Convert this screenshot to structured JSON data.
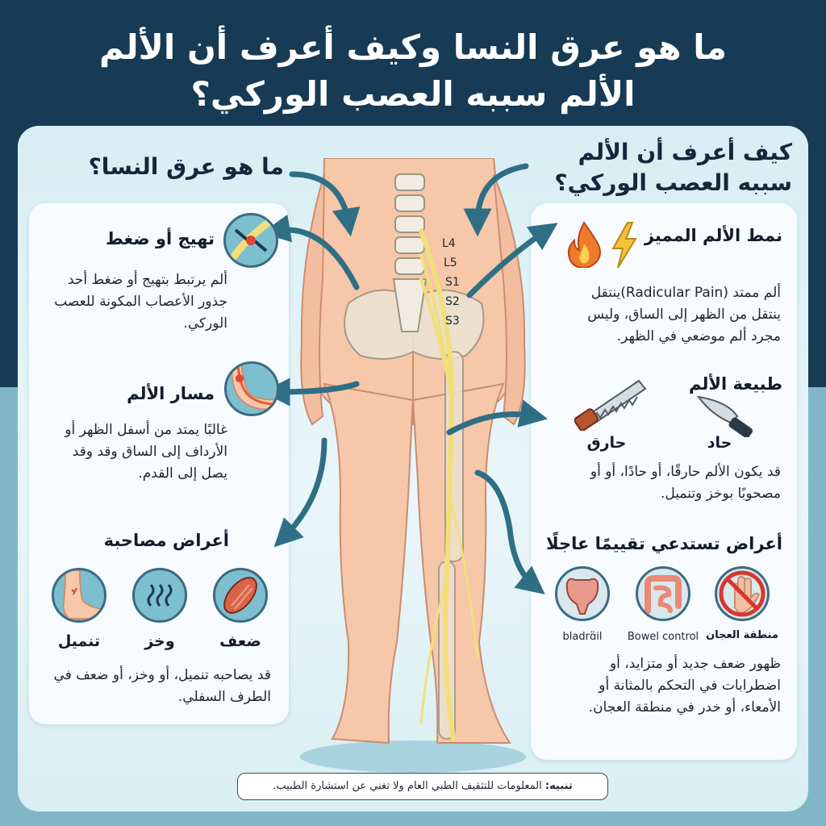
{
  "header": {
    "title_line1": "ما هو عرق النسا وكيف أعرف أن الألم",
    "title_line2": "الألم سببه العصب الوركي؟"
  },
  "left_heading": "ما هو عرق النسا؟",
  "right_heading": {
    "line1": "كيف أعرف أن الألم",
    "line2": "سببه العصب الوركي؟"
  },
  "spine_labels": [
    "L4",
    "L5",
    "S1",
    "S2",
    "S3"
  ],
  "left_panel": {
    "irritation": {
      "title": "تهيج أو ضغط",
      "text": "ألم يرتبط بتهيج أو ضغط أحد جذور الأعصاب المكونة للعصب الوركي.",
      "icon": "compressed-nerve-icon"
    },
    "pain_path": {
      "title": "مسار الألم",
      "text": "غالبًا يمتد من أسفل الظهر أو الأرداف إلى الساق وقد وقد يصل إلى القدم.",
      "icon": "nerve-path-icon"
    },
    "symptoms": {
      "title": "أعراض مصاحبة",
      "items": [
        {
          "label": "ضعف",
          "icon": "muscle-icon"
        },
        {
          "label": "وخز",
          "icon": "tingling-waves-icon"
        },
        {
          "label": "تنميل",
          "icon": "numb-foot-icon"
        }
      ],
      "text": "قد يصاحبه تنميل، أو وخز، أو ضعف في الطرف السفلي."
    }
  },
  "right_panel": {
    "pattern": {
      "title": "نمط الألم المميز",
      "text": "ألم ممتد (Radicular Pain)ينتقل ينتقل من الظهر إلى الساق، وليس مجرد ألم موضعي في الظهر.",
      "icons": [
        "flame-icon",
        "lightning-icon"
      ]
    },
    "nature": {
      "title": "طبيعة الألم",
      "items": [
        {
          "label": "حاد",
          "icon": "knife-icon"
        },
        {
          "label": "حارق",
          "icon": "saw-icon"
        }
      ],
      "text": "قد يكون الألم حارقًا، أو حادًا، أو أو مصحوبًا بوخز وتنميل."
    },
    "urgent": {
      "title": "أعراض تستدعي تقييمًا عاجلًا",
      "items": [
        {
          "label": "منطقة العجان",
          "icon": "no-hand-icon"
        },
        {
          "label": "Bowel control",
          "icon": "intestine-icon"
        },
        {
          "label": "bladrɑ̈il",
          "icon": "bladder-icon"
        }
      ],
      "text": "ظهور ضعف جديد أو متزايد، أو اضطرابات في التحكم بالمثانة أو الأمعاء، أو خدر في منطقة العجان."
    }
  },
  "footer": {
    "notice_label": "تنبيه:",
    "notice_text": "المعلومات للتثقيف الطبي العام ولا تغني عن استشارة الطبيب."
  },
  "colors": {
    "navy": "#173a55",
    "teal": "#7fb7c7",
    "icon_circle": "#7cc0cf",
    "skin": "#f6c7a8",
    "nerve": "#f2df7a",
    "arrow": "#2f6f86"
  }
}
